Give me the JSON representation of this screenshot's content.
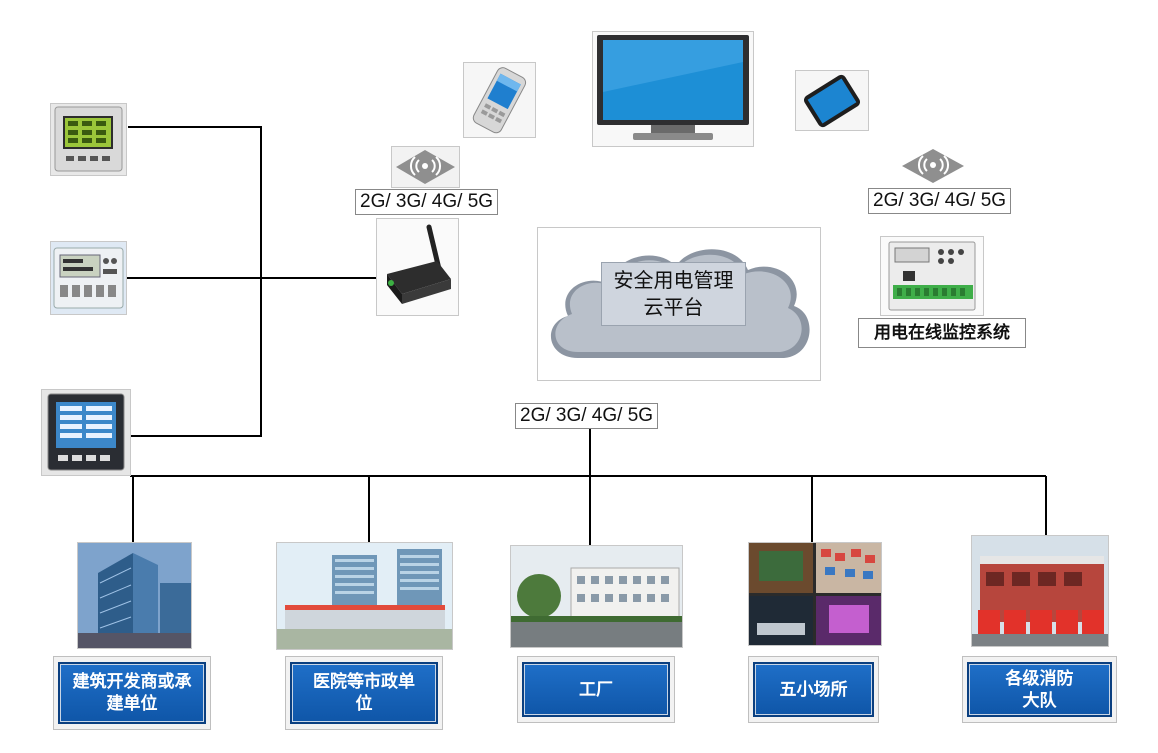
{
  "network_labels": {
    "left": "2G/ 3G/ 4G/ 5G",
    "right": "2G/ 3G/ 4G/ 5G",
    "center": "2G/ 3G/ 4G/ 5G"
  },
  "cloud": {
    "line1": "安全用电管理",
    "line2": "云平台"
  },
  "monitor_system": "用电在线监控系统",
  "sites": [
    {
      "line1": "建筑开发商或承",
      "line2": "建单位"
    },
    {
      "line1": "医院等市政单",
      "line2": "位"
    },
    {
      "line1": "工厂",
      "line2": ""
    },
    {
      "line1": "五小场所",
      "line2": ""
    },
    {
      "line1": "各级消防",
      "line2": "大队"
    }
  ],
  "colors": {
    "button_blue": "#1560b5",
    "cloud_gray": "#b7bdc7",
    "screen_blue": "#1d8fd6"
  }
}
